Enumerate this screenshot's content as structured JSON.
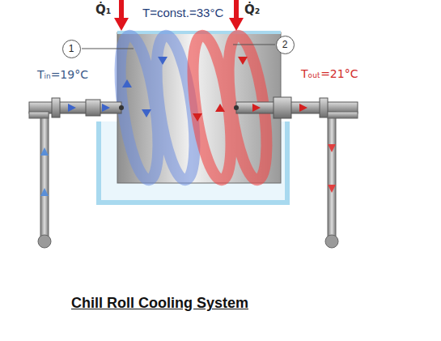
{
  "diagram": {
    "caption": "Chill Roll Cooling System",
    "nodes": [
      {
        "text": [
          "1"
        ]
      },
      {
        "text": [
          "2"
        ]
      }
    ],
    "labels": [
      "Q̇₁",
      "T=const.=33°C",
      "Q̇₂",
      "Tᵢₙ=19°C",
      "Tₒᵤₜ=21°C"
    ]
  }
}
